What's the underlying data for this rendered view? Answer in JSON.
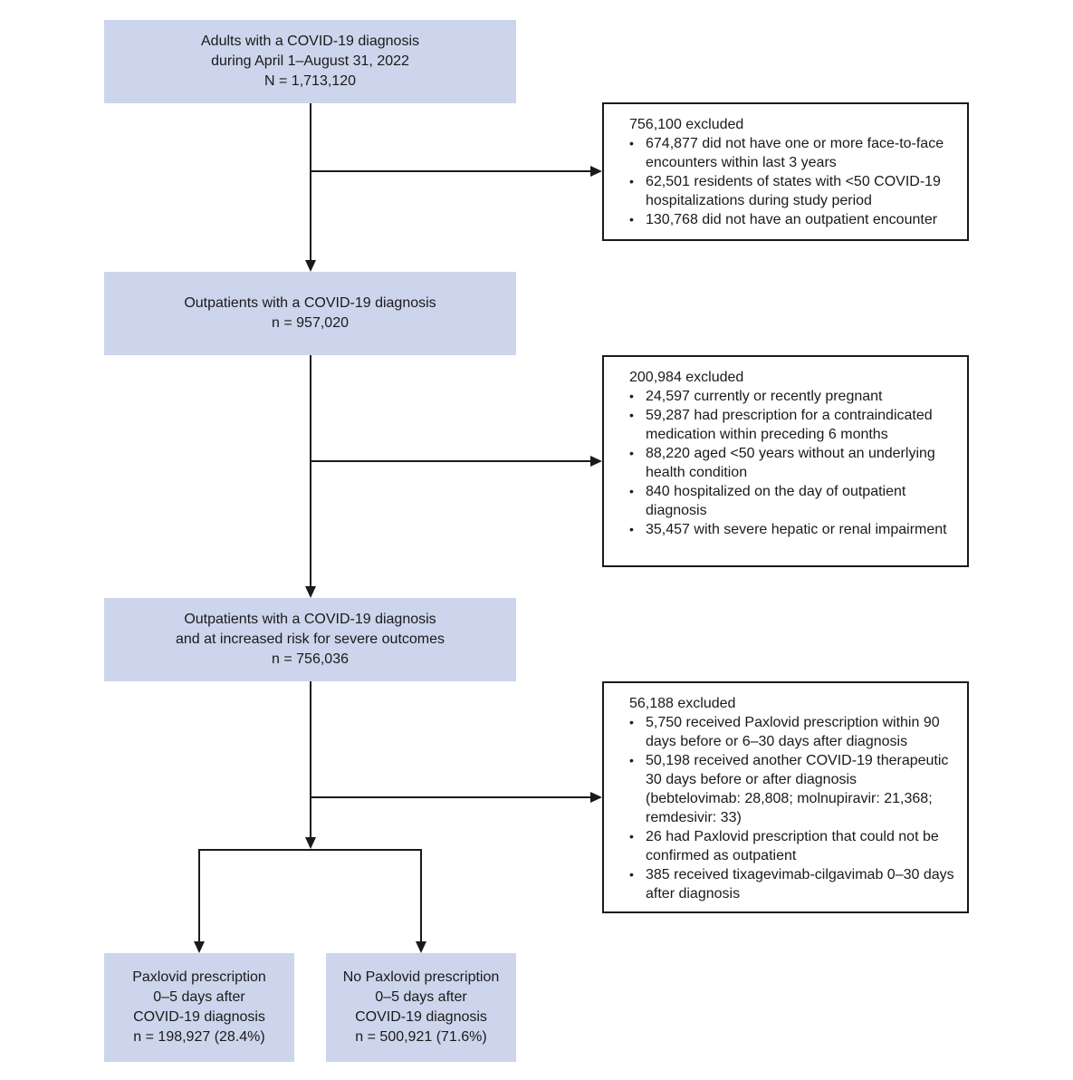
{
  "box1": {
    "lines": [
      "Adults with a COVID-19 diagnosis",
      "during April 1–August 31, 2022",
      "N = 1,713,120"
    ]
  },
  "excl1": {
    "head": "756,100 excluded",
    "items": [
      "674,877 did not have one or more face-to-face encounters within last 3 years",
      "62,501 residents of states with <50 COVID-19 hospitalizations during study period",
      "130,768 did not have an outpatient encounter"
    ]
  },
  "box2": {
    "lines": [
      "Outpatients with a COVID-19 diagnosis",
      "n = 957,020"
    ]
  },
  "excl2": {
    "head": "200,984 excluded",
    "items": [
      "24,597 currently or recently pregnant",
      "59,287 had prescription for a contraindicated medication within preceding 6 months",
      "88,220 aged <50 years without an underlying health condition",
      "840 hospitalized on the day of outpatient diagnosis",
      "35,457 with severe hepatic or renal impairment"
    ]
  },
  "box3": {
    "lines": [
      "Outpatients with a COVID-19 diagnosis",
      "and at increased risk for severe outcomes",
      "n = 756,036"
    ]
  },
  "excl3": {
    "head": "56,188 excluded",
    "items": [
      "5,750 received Paxlovid prescription within 90 days before or 6–30 days after diagnosis",
      "50,198 received another COVID-19 therapeutic 30 days before or after diagnosis (bebtelovimab: 28,808; molnupiravir: 21,368; remdesivir: 33)",
      "26 had Paxlovid prescription that could not be confirmed as outpatient",
      "385 received tixagevimab-cilgavimab 0–30 days after diagnosis"
    ]
  },
  "box4": {
    "lines": [
      "Paxlovid prescription",
      "0–5 days after",
      "COVID-19 diagnosis",
      "n = 198,927 (28.4%)"
    ]
  },
  "box5": {
    "lines": [
      "No Paxlovid prescription",
      "0–5 days after",
      "COVID-19 diagnosis",
      "n = 500,921 (71.6%)"
    ]
  },
  "colors": {
    "box_fill": "#cdd5ec",
    "line": "#1a1a1a"
  }
}
